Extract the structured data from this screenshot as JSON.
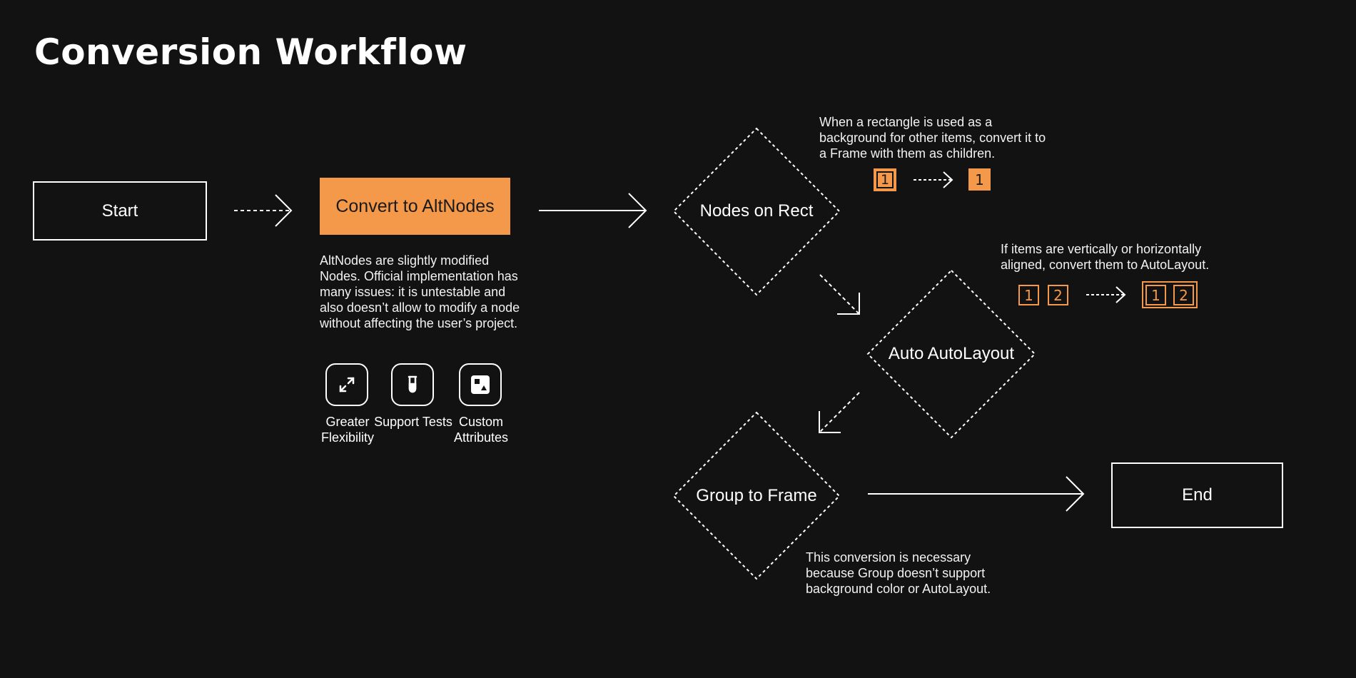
{
  "title": "Conversion Workflow",
  "nodes": {
    "start": "Start",
    "convert": "Convert to AltNodes",
    "nodes_on_rect": "Nodes on Rect",
    "auto_autolayout": "Auto AutoLayout",
    "group_to_frame": "Group to Frame",
    "end": "End"
  },
  "descriptions": {
    "altnodes": "AltNodes are slightly modified Nodes. Official implementation has many issues: it is untestable and also doesn’t allow to modify a node without affecting the user’s project.",
    "nodes_on_rect": "When a rectangle is used as a background for other items, convert it to a Frame with them as children.",
    "auto_autolayout": "If items are vertically or horizontally aligned, convert them to AutoLayout.",
    "group_to_frame": "This conversion is necessary because Group doesn’t support background color or AutoLayout."
  },
  "features": [
    {
      "label": "Greater Flexibility",
      "icon": "expand-arrows-icon"
    },
    {
      "label": "Support Tests",
      "icon": "test-tube-icon"
    },
    {
      "label": "Custom Attributes",
      "icon": "shapes-icon"
    }
  ],
  "examples": {
    "rect": {
      "before": "1",
      "after": "1"
    },
    "autolayout": {
      "before": [
        "1",
        "2"
      ],
      "after": [
        "1",
        "2"
      ]
    }
  },
  "colors": {
    "background": "#121212",
    "accent": "#f4994a",
    "foreground": "#ffffff"
  }
}
